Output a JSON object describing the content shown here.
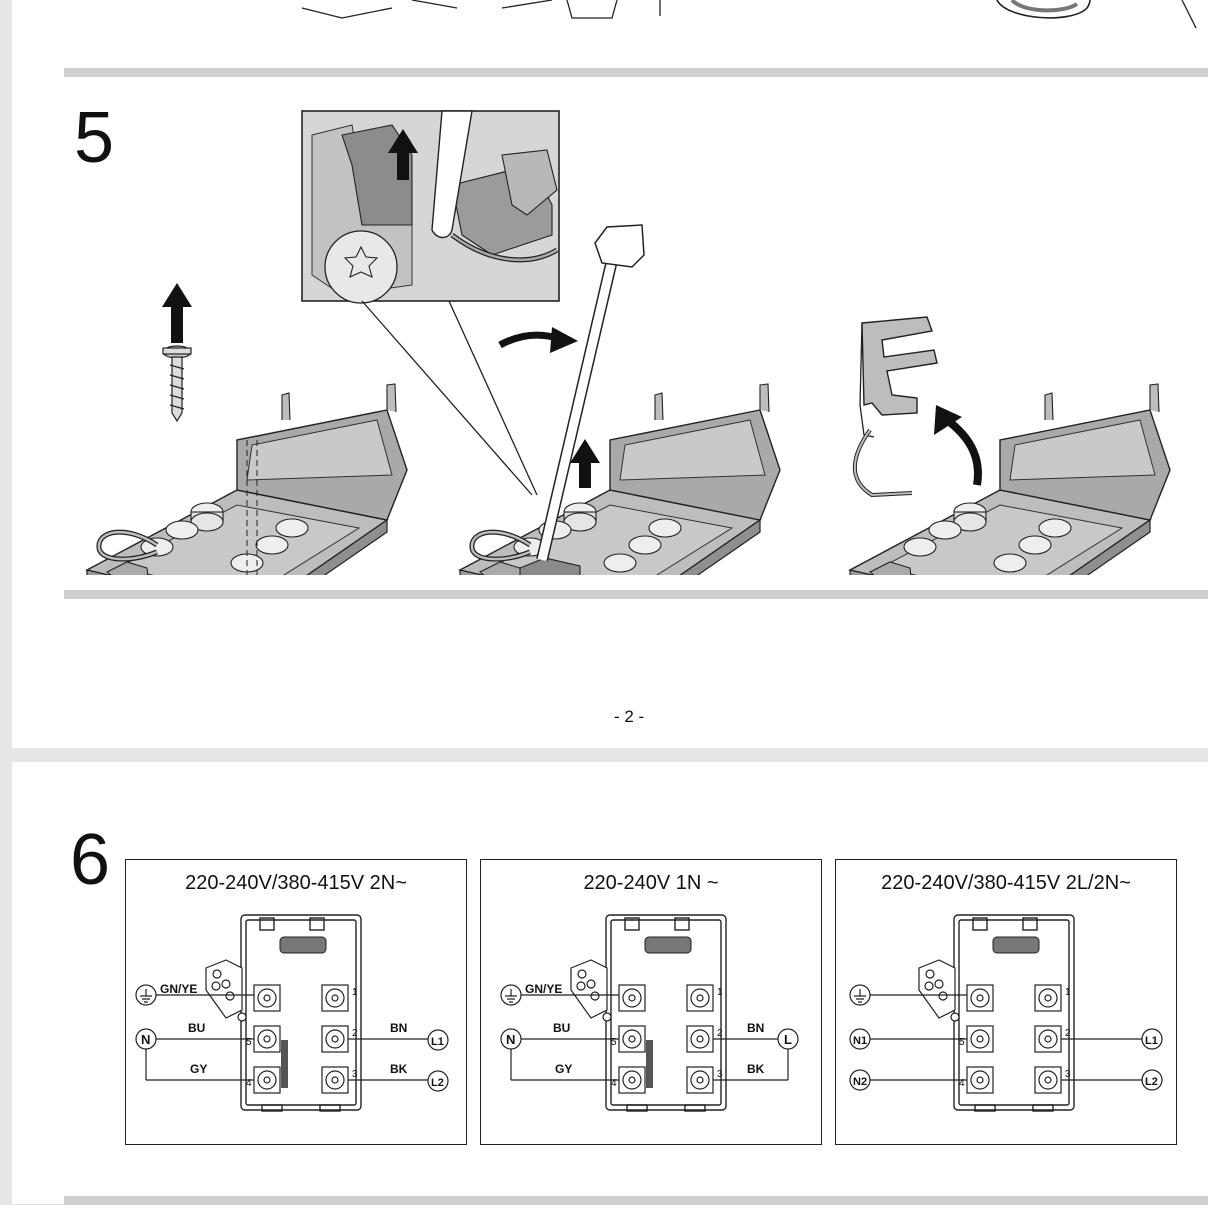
{
  "page1": {
    "step_number": "5",
    "page_number": "- 2 -"
  },
  "page2": {
    "step_number": "6",
    "panels": [
      {
        "title": "220-240V/380-415V 2N~",
        "left_labels": {
          "earth": "GN/YE",
          "neutral_top": "BU",
          "neutral_bottom": "GY",
          "neutral_symbol": "N"
        },
        "right_labels": {
          "top": "BN",
          "bottom": "BK",
          "l_top": "L1",
          "l_bottom": "L2"
        }
      },
      {
        "title": "220-240V 1N ~",
        "left_labels": {
          "earth": "GN/YE",
          "neutral_top": "BU",
          "neutral_bottom": "GY",
          "neutral_symbol": "N"
        },
        "right_labels": {
          "top": "BN",
          "bottom": "BK",
          "l_single": "L"
        }
      },
      {
        "title": "220-240V/380-415V 2L/2N~",
        "left_labels": {
          "n_top": "N1",
          "n_bottom": "N2"
        },
        "right_labels": {
          "l_top": "L1",
          "l_bottom": "L2"
        }
      }
    ],
    "terminal_numbers": [
      "1",
      "2",
      "3",
      "4",
      "5"
    ]
  },
  "colors": {
    "page_bg": "#ffffff",
    "gutter": "#e6e6e6",
    "rule": "#cfcfcf",
    "illustration_gray": "#bdbdbd"
  }
}
